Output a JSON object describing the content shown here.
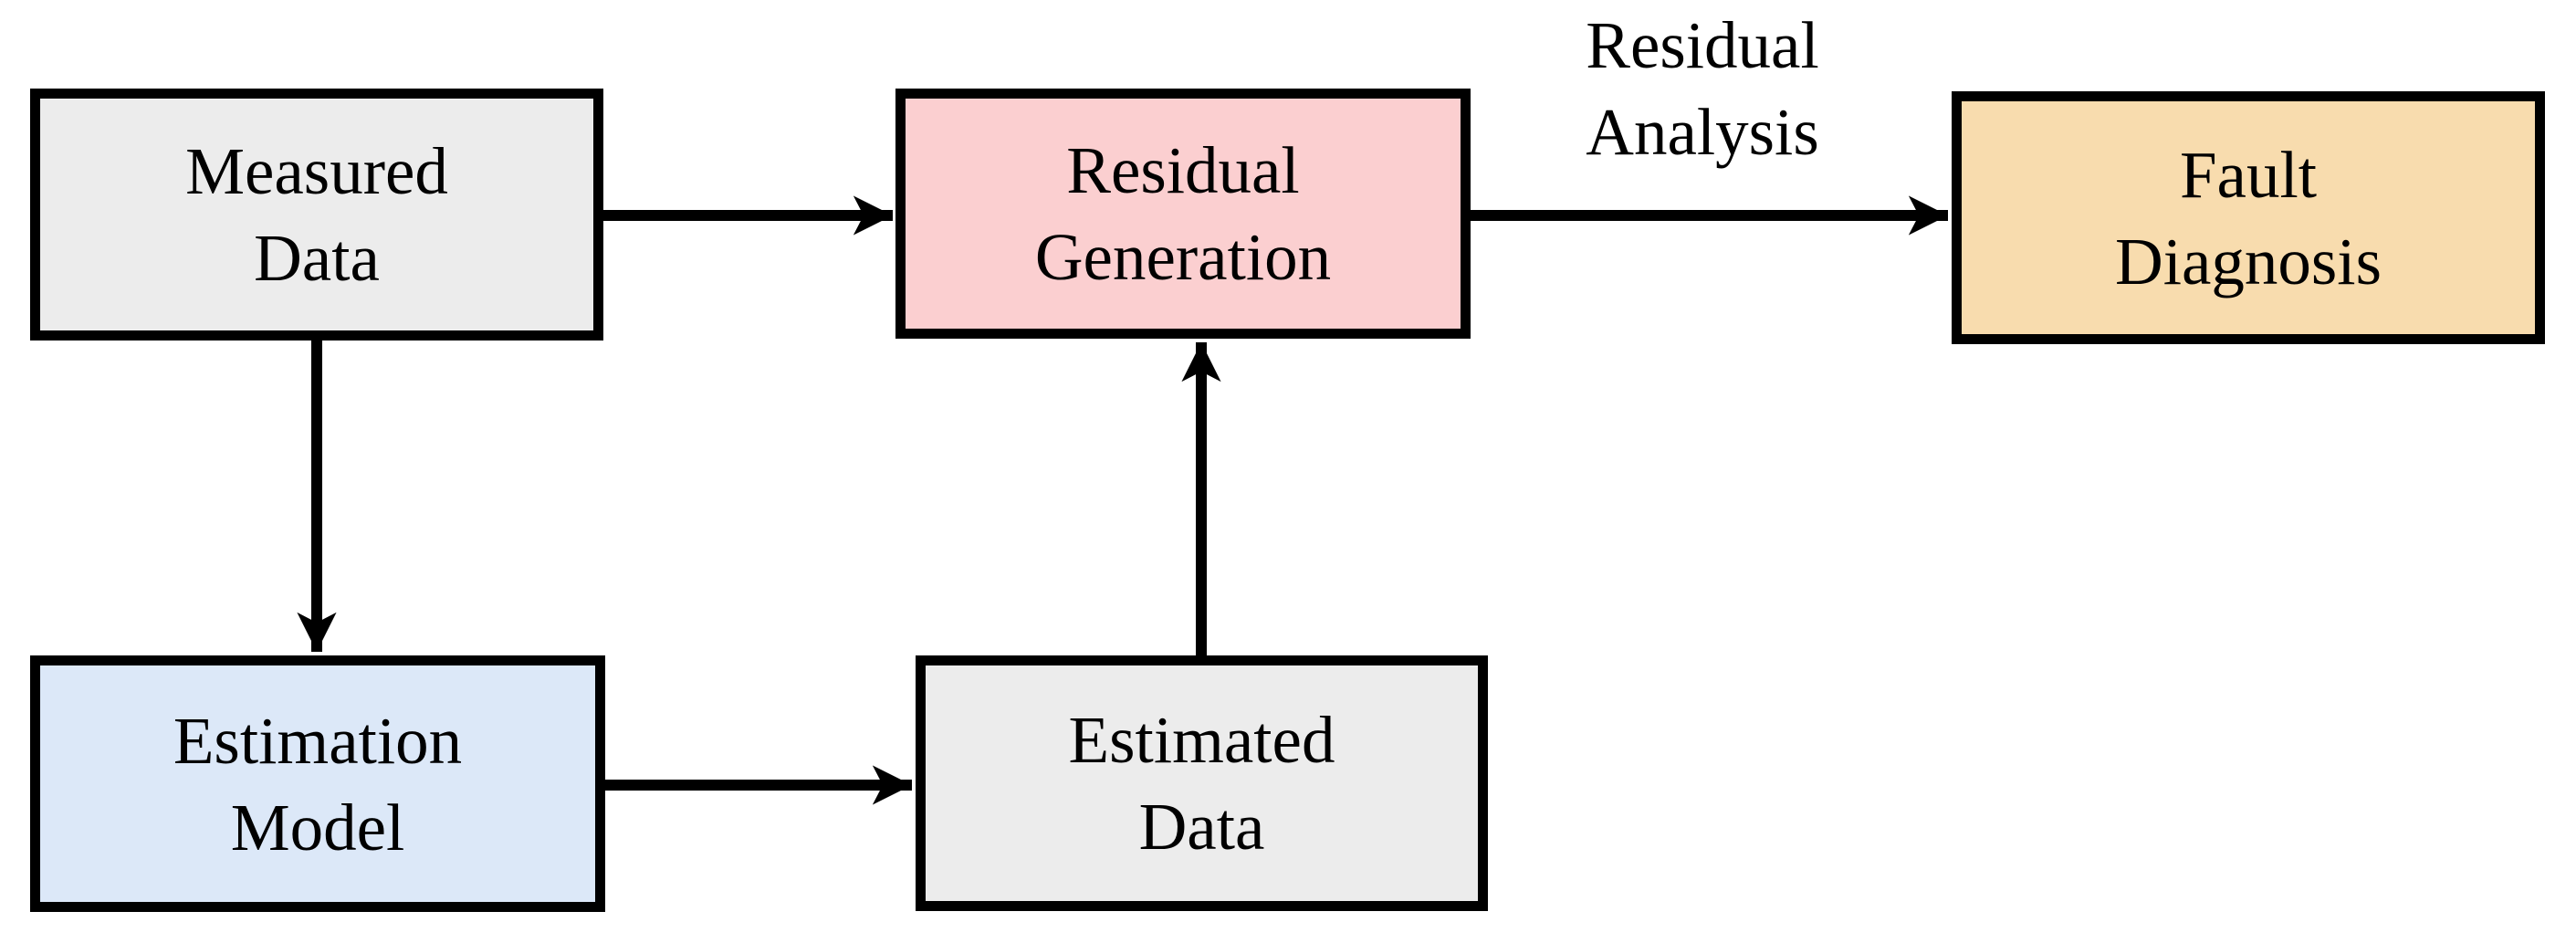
{
  "diagram": {
    "background": "#ffffff",
    "text_color": "#000000",
    "border_color": "#000000",
    "arrow_color": "#000000",
    "nodes": [
      {
        "id": "measured-data",
        "label": "Measured\nData",
        "fill": "#ececec"
      },
      {
        "id": "residual-generation",
        "label": "Residual\nGeneration",
        "fill": "#fbcfd0"
      },
      {
        "id": "fault-diagnosis",
        "label": "Fault\nDiagnosis",
        "fill": "#f8dcae"
      },
      {
        "id": "estimation-model",
        "label": "Estimation\nModel",
        "fill": "#dce8f8"
      },
      {
        "id": "estimated-data",
        "label": "Estimated\nData",
        "fill": "#ececec"
      }
    ],
    "edges": [
      {
        "from": "measured-data",
        "to": "residual-generation",
        "label": ""
      },
      {
        "from": "measured-data",
        "to": "estimation-model",
        "label": ""
      },
      {
        "from": "estimation-model",
        "to": "estimated-data",
        "label": ""
      },
      {
        "from": "estimated-data",
        "to": "residual-generation",
        "label": ""
      },
      {
        "from": "residual-generation",
        "to": "fault-diagnosis",
        "label": "Residual\nAnalysis"
      }
    ]
  }
}
